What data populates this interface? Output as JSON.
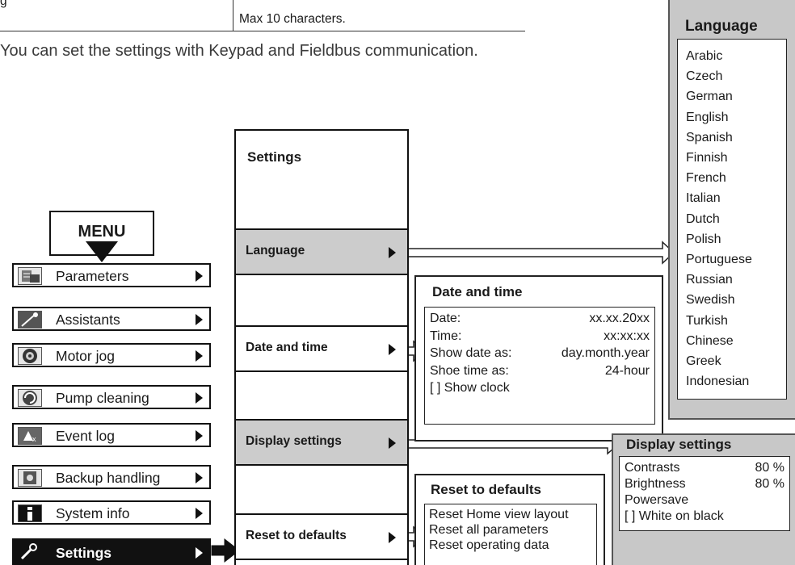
{
  "top_table": {
    "cell_fragment": "g",
    "note": "Max 10 characters."
  },
  "intro": "You can set the settings with Keypad and Fieldbus communication.",
  "menu": {
    "title": "MENU",
    "items": [
      {
        "label": "Parameters",
        "icon": "parameters-icon"
      },
      {
        "label": "Assistants",
        "icon": "assistants-icon"
      },
      {
        "label": "Motor jog",
        "icon": "motor-jog-icon"
      },
      {
        "label": "Pump cleaning",
        "icon": "pump-cleaning-icon"
      },
      {
        "label": "Event log",
        "icon": "event-log-icon"
      },
      {
        "label": "Backup handling",
        "icon": "backup-icon"
      },
      {
        "label": "System info",
        "icon": "info-icon"
      },
      {
        "label": "Settings",
        "icon": "wrench-icon"
      }
    ]
  },
  "settings": {
    "title": "Settings",
    "items": [
      {
        "label": "Language"
      },
      {
        "label": "Date and time"
      },
      {
        "label": "Display settings"
      },
      {
        "label": "Reset to defaults"
      }
    ]
  },
  "date_time": {
    "title": "Date and time",
    "rows": [
      {
        "key": "Date:",
        "value": "xx.xx.20xx"
      },
      {
        "key": "Time:",
        "value": "xx:xx:xx"
      },
      {
        "key": "Show date as:",
        "value": "day.month.year"
      },
      {
        "key": "Shoe time as:",
        "value": "24-hour"
      }
    ],
    "checkbox": "[ ] Show clock"
  },
  "reset_defaults": {
    "title": "Reset to defaults",
    "options": [
      "Reset Home view layout",
      "Reset all parameters",
      "Reset operating data"
    ]
  },
  "language": {
    "title": "Language",
    "options": [
      "Arabic",
      "Czech",
      "German",
      "English",
      "Spanish",
      "Finnish",
      "French",
      "Italian",
      "Dutch",
      "Polish",
      "Portuguese",
      "Russian",
      "Swedish",
      "Turkish",
      "Chinese",
      "Greek",
      "Indonesian"
    ]
  },
  "display_settings": {
    "title": "Display settings",
    "rows": [
      {
        "key": "Contrasts",
        "value": "80 %"
      },
      {
        "key": "Brightness",
        "value": "80 %"
      }
    ],
    "powersave": "Powersave",
    "checkbox": "[ ] White on black"
  },
  "colors": {
    "active_bg": "#111111",
    "panel_grey": "#c8c8c8",
    "item_grey": "#cccccc"
  }
}
